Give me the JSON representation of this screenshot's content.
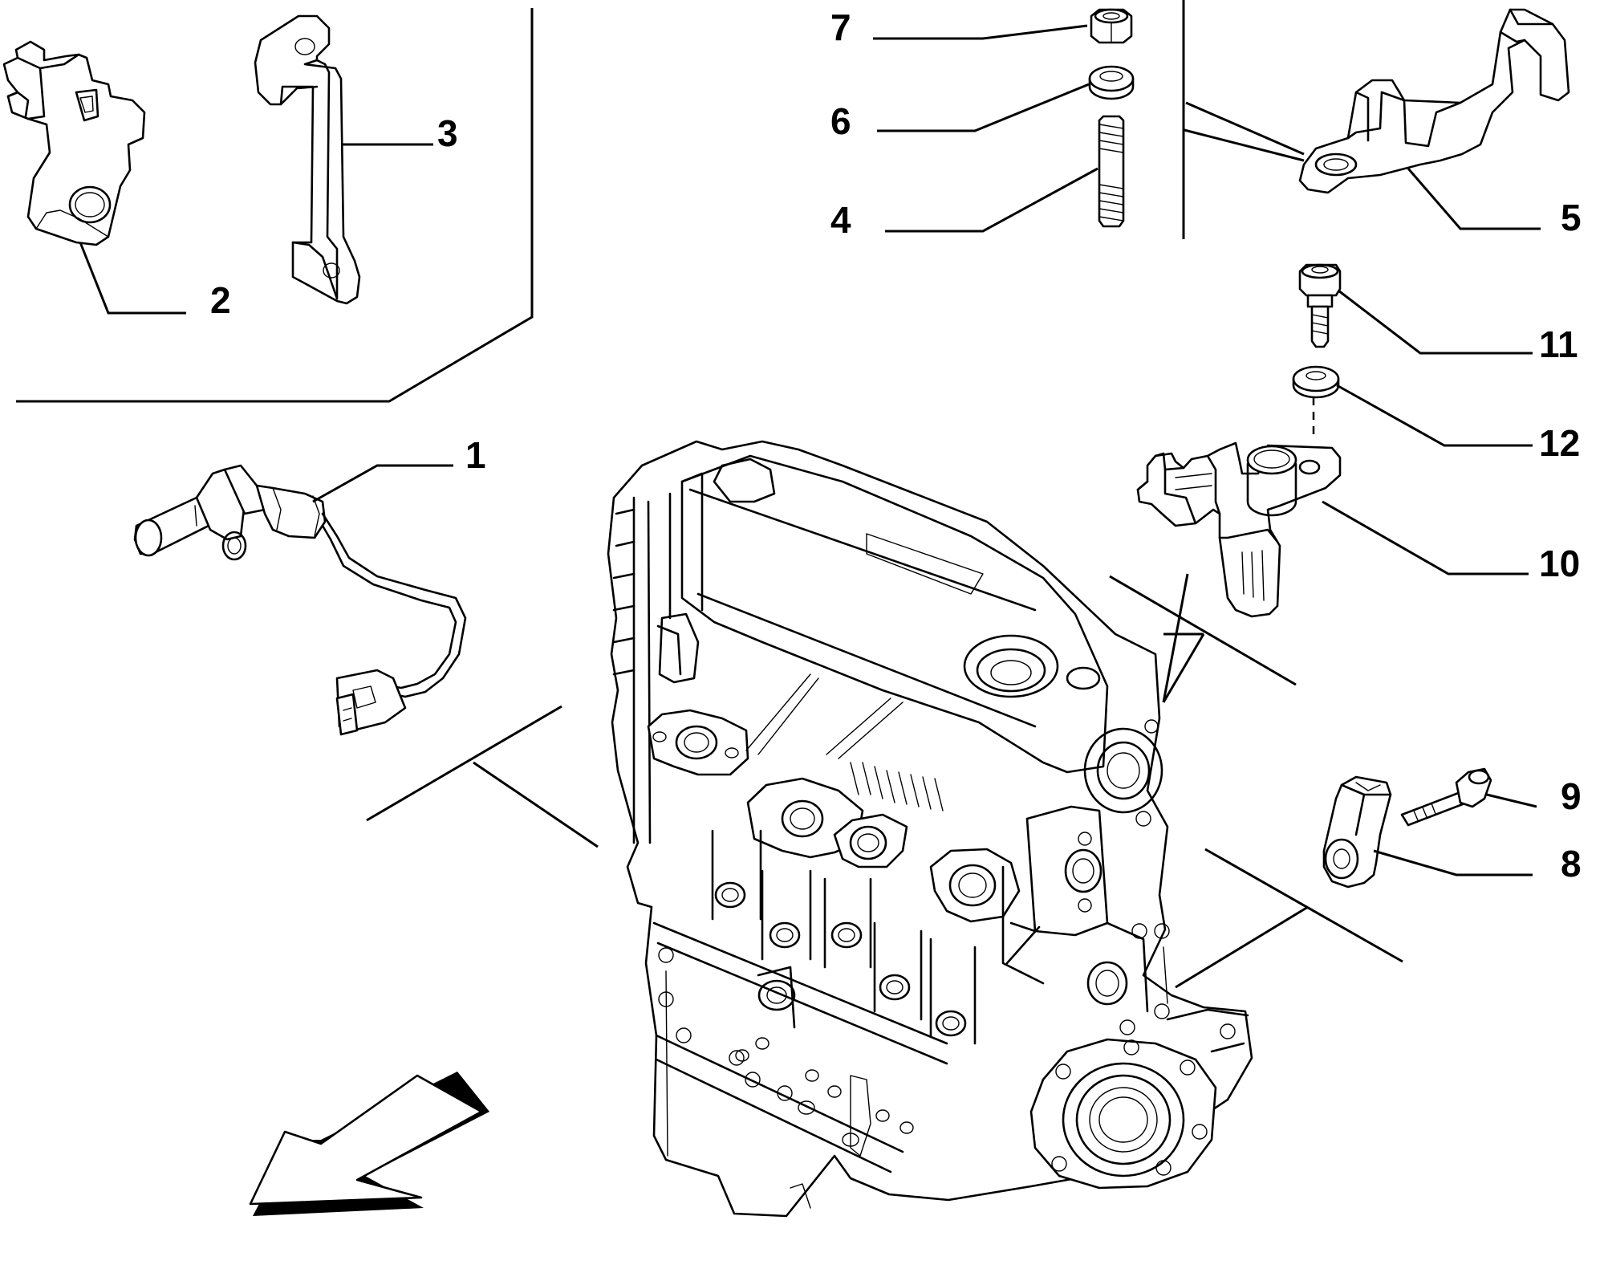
{
  "callouts": [
    {
      "id": "1",
      "label": "1"
    },
    {
      "id": "2",
      "label": "2"
    },
    {
      "id": "3",
      "label": "3"
    },
    {
      "id": "4",
      "label": "4"
    },
    {
      "id": "5",
      "label": "5"
    },
    {
      "id": "6",
      "label": "6"
    },
    {
      "id": "7",
      "label": "7"
    },
    {
      "id": "8",
      "label": "8"
    },
    {
      "id": "9",
      "label": "9"
    },
    {
      "id": "10",
      "label": "10"
    },
    {
      "id": "11",
      "label": "11"
    },
    {
      "id": "12",
      "label": "12"
    }
  ],
  "colors": {
    "line": "#000000",
    "background": "#ffffff",
    "fill": "#ffffff"
  }
}
